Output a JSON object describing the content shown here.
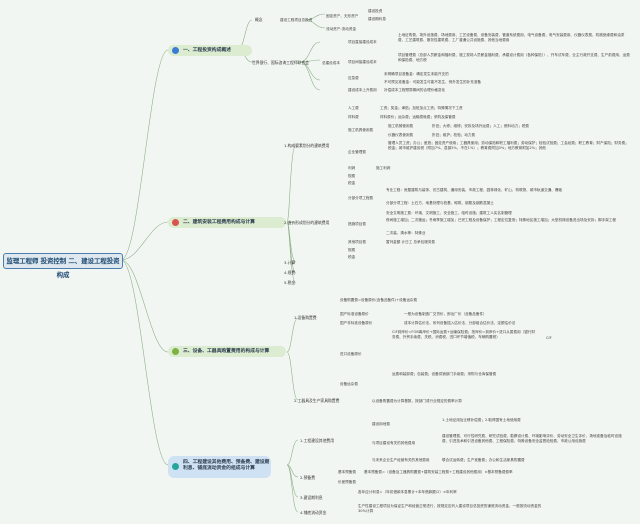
{
  "root": "监理工程师 投资控制 二、建设工程投资构成",
  "sections": {
    "s1": "一、工程投资构成概述",
    "s2": "二、建筑安装工程费用构成与计算",
    "s3": "三、设备、工器具购置费用的构成与计算",
    "s4": "四、工程建设其他费用、预备费、建设期利息、铺底流动资金的组成与计算"
  },
  "s1": {
    "n1": "概念",
    "n1a": "建设工程项目总投资",
    "n1b": "固定资产、无形资产",
    "n1b1": "建设投资",
    "n1b2": "建设期利息",
    "n1c": "流动资产-流动资金",
    "n2": "世界银行、国际咨询工程师联合会",
    "n2a": "总建设成本",
    "n2a1": "项目直接建设成本",
    "n2a1t": "土地征购费、场外设施费、场地费用、工艺设备费、设备安装费、管道系统费用、电气设备费、电气安装费用、仪器仪表费、机械绝缘费和油漆费、工艺建筑费、服务性建筑费、工厂普通公共设施费、其他当地费用",
    "n2a2": "项目间接建设成本",
    "n2a2t": "项目管理费（总部人员薪金和福利费、施工现场人员薪金福利费、承建设计费用（各种保险））、开车试车费、业主行政开支费、生产前费用、运费和保险费、地方税",
    "n2a3": "应急费",
    "n2a3a": "未明确项目准备金：确定发生未能开支的",
    "n2a3b": "不可预见准备金：可能发生可能不发生、例外发生的补充准备",
    "n2a4": "建设成本上升费用",
    "n2a4t": "补偿成本工程预算期间的合理价格变化"
  },
  "s2": {
    "g1": "1.构成要素划分的建筑费用",
    "a1": "人工费",
    "a1t": "工资；奖金；津贴；加班加点工资；特殊情况下工资",
    "a2": "材料费",
    "a2t": "材料原价；运杂费；运输损耗费；采购及保管费",
    "a3": "施工机具使用费",
    "a3a": "施工机械使用费",
    "a3at": "折旧；大修；维修；安拆及场外运费；人工；燃料动力；税费",
    "a3b": "仪器仪表使用费",
    "a3bt": "折旧；维护；校验；动力费",
    "a4": "企业管理费",
    "a4t": "管理人员工资；办公；差旅；固定资产使用；工器具使用；劳动保险和职工福利费；劳动保护；检验试验费；工会经费；职工教育；财产保险；财务费；税金；城市维护建设税（附加7%、县镇5%、不在1%）；教育费附加3%；地方教育附加2%；其他",
    "a5": "利润",
    "a5t": "施工利润",
    "a6": "规费",
    "a7": "税金",
    "g2": "2.造价形成划分的建筑费用",
    "b1": "分部分项工程费",
    "b1a": "专业工程：房屋建筑与装饰、仿古建筑、通用安装、市政工程、园林绿化、矿山、构筑物、城市轨道交通、爆破",
    "b1b": "分部分项工程：土石方、地基处理与桩基、砌筑、钢筋及钢筋混凝土",
    "b2": "措施项目费",
    "b2a": "安全文明施工费：环境、文明施工、安全施工、临时设施；建筑工人实名制管理",
    "b2b": "夜间施工增加；二次搬运；冬雨季施工增加；已完工程及设备保护；工程定位复测；特殊地区施工增加；大型机械设备进出场及安拆；脚手架工程",
    "b2c": "二次装、清水等：特殊业",
    "b3": "其他项目费",
    "b3a": "暂列金额 计日工 总承包服务费",
    "b4": "规费",
    "b5": "税金",
    "g3": "3.计算",
    "g4": "4.规费",
    "g5": "5.税金"
  },
  "s3": {
    "g1": "1.设备购置费",
    "c1": "设备购置费=设备原价(含备品备件)+设备运杂费",
    "c2": "国产标准设备原价",
    "c2t": "一般为设备制造厂交货价，即出厂价（含备品备件）",
    "c3": "国产非标准设备原价",
    "c3t": "成本计算估价法、系列设备插入估价法、分部组合估价法、定额估价法",
    "c4": "进口设备原价",
    "c4t": "CIF到岸价=FOB离岸价+国际运费+运输保险费；抵岸价=到岸价+进口从属费用（银行财务费、外贸手续费、关税、消费税、进口环节增值税、车辆购置税）",
    "c4r": "CIF",
    "c5": "设备运杂费",
    "c5t": "运费和装卸费；包装费；设备供销部门手续费；采购与仓库保管费",
    "g2": "2.工器具及生产家具购置费",
    "g2t": "以设备购置费为计算基数，按部门或行业规定的费率计算"
  },
  "s4": {
    "g1": "1.工程建设其他费用",
    "d1": "建设用地费",
    "d1t": "1.土地征用及迁移补偿费；2.取得国有土地使用费",
    "d2": "与项目建设有关的其他费用",
    "d2t": "建设管理费、可行性研究费、研究试验费、勘察设计费、环境影响评价、劳动安全卫生评价、场地准备及临时设施费、引进技术和引进设备其他费、工程保险费、特殊设备安全监督检验费、市政公用设施费",
    "d3": "与未来企业生产经营有关的其他费用",
    "d3t": "联合试运转费；生产准备费；办公和生活家具购置费",
    "g2": "2.预备费",
    "e1": "基本预备费",
    "e1t": "基本预备费=（设备及工器具购置费+建筑安装工程费+工程建设其他费用）×基本预备费费率",
    "e2": "价差预备费",
    "g3": "3.建设期利息",
    "g3t": "各年应计利息=（年初借款本息累计+本年借款额/2）×年利率",
    "g4": "4.铺底流动资金",
    "g4t": "生产性建设工程项目为保证生产和经营正常进行，按规定应列入建设项目总投资的铺底流动资金，一般按流动资金的30%计算"
  }
}
